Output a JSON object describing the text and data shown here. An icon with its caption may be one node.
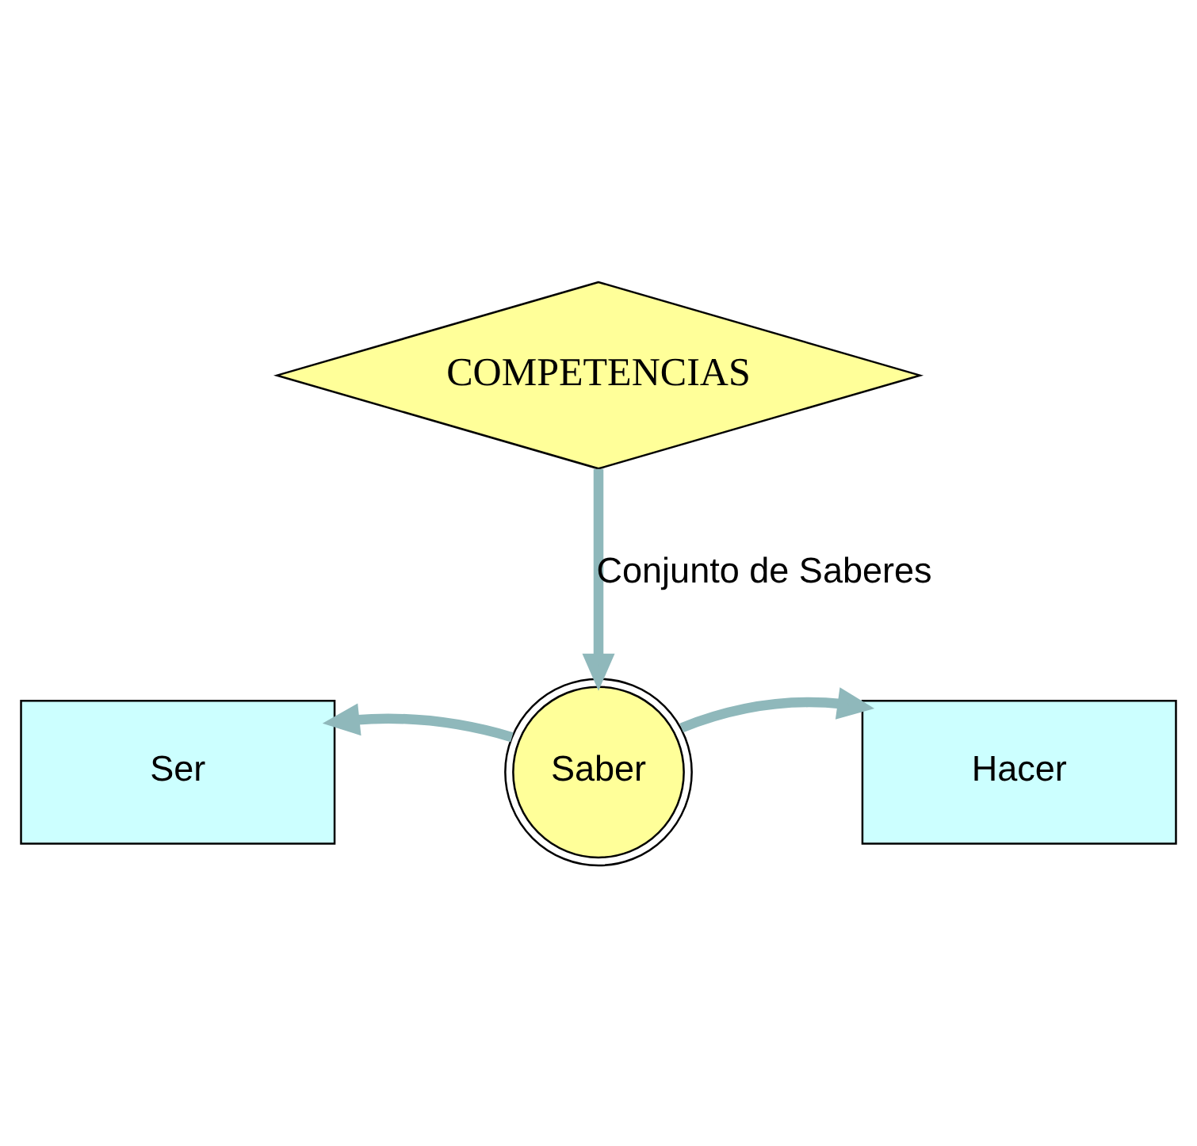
{
  "diagram": {
    "nodes": [
      {
        "text": [
          "COMPETENCIAS"
        ]
      },
      {
        "text": [
          "Ser"
        ]
      },
      {
        "text": [
          "Saber"
        ]
      },
      {
        "text": [
          "Hacer"
        ]
      }
    ],
    "edges": [
      {
        "from": 0,
        "to": 2,
        "arrow": "to",
        "label": "Conjunto de Saberes"
      },
      {
        "from": 2,
        "to": 1,
        "arrow": "to"
      },
      {
        "from": 2,
        "to": 3,
        "arrow": "to"
      }
    ]
  }
}
